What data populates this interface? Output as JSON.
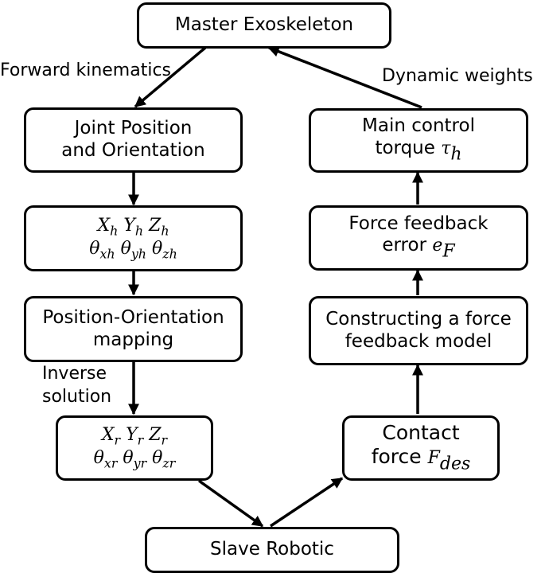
{
  "nodes": {
    "master": "Master Exoskeleton",
    "joint": [
      "Joint Position",
      "and Orientation"
    ],
    "xh": {
      "line1": [
        {
          "b": "X",
          "s": "h"
        },
        {
          "b": "Y",
          "s": "h"
        },
        {
          "b": "Z",
          "s": "h"
        }
      ],
      "line2": [
        {
          "b": "θ",
          "s": "xh"
        },
        {
          "b": "θ",
          "s": "yh"
        },
        {
          "b": "θ",
          "s": "zh"
        }
      ]
    },
    "mapping": [
      "Position-Orientation",
      "mapping"
    ],
    "xr": {
      "line1": [
        {
          "b": "X",
          "s": "r"
        },
        {
          "b": "Y",
          "s": "r"
        },
        {
          "b": "Z",
          "s": "r"
        }
      ],
      "line2": [
        {
          "b": "θ",
          "s": "xr"
        },
        {
          "b": "θ",
          "s": "yr"
        },
        {
          "b": "θ",
          "s": "zr"
        }
      ]
    },
    "slave": "Slave Robotic",
    "main_control": {
      "line1": "Main control",
      "line2_text": "torque ",
      "sym": "τ",
      "sub": "h"
    },
    "force_error": {
      "line1": "Force feedback",
      "line2_text": "error ",
      "sym": "e",
      "sub": "F"
    },
    "constructing": [
      "Constructing a force",
      "feedback model"
    ],
    "contact": {
      "line1": "Contact",
      "line2_text": "force ",
      "sym": "F",
      "sub": "des"
    }
  },
  "labels": {
    "forward": "Forward kinematics",
    "dynamic": "Dynamic weights",
    "inverse": [
      "Inverse",
      "solution"
    ]
  }
}
